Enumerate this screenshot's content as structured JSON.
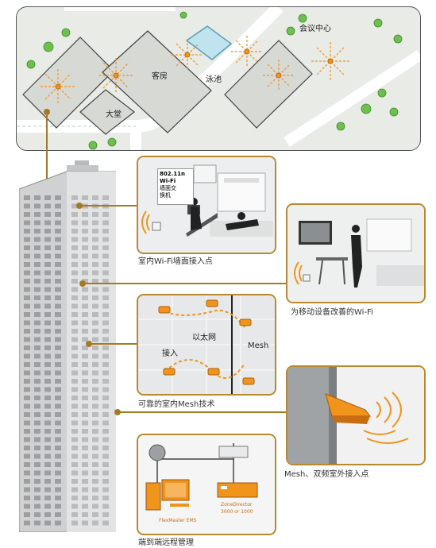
{
  "campus_map": {
    "labels": {
      "lobby": "大堂",
      "guest_rooms": "客房",
      "pool": "泳池",
      "conference_center": "会议中心"
    }
  },
  "panels": {
    "wall_ap": {
      "caption": "室内Wi-Fi墙面接入点",
      "device_tag": {
        "line1": "802.11n",
        "line2": "Wi-Fi",
        "line3": "墙面交",
        "line4": "换机"
      }
    },
    "mobile_wifi": {
      "caption": "为移动设备改善的Wi-Fi"
    },
    "indoor_mesh": {
      "caption": "可靠的室内Mesh技术",
      "labels": {
        "access": "接入",
        "ethernet": "以太网",
        "mesh": "Mesh"
      }
    },
    "outdoor_ap": {
      "caption": "Mesh、双频室外接入点"
    },
    "management": {
      "caption": "端到端远程管理",
      "labels": {
        "flexmaster": "FlexMaster EMS",
        "zonedirector_1": "ZoneDirector",
        "zonedirector_2": "3000 or 1000"
      }
    }
  },
  "colors": {
    "accent": "#b9892e",
    "orange": "#f0941c",
    "building": "#c9cbcc"
  }
}
